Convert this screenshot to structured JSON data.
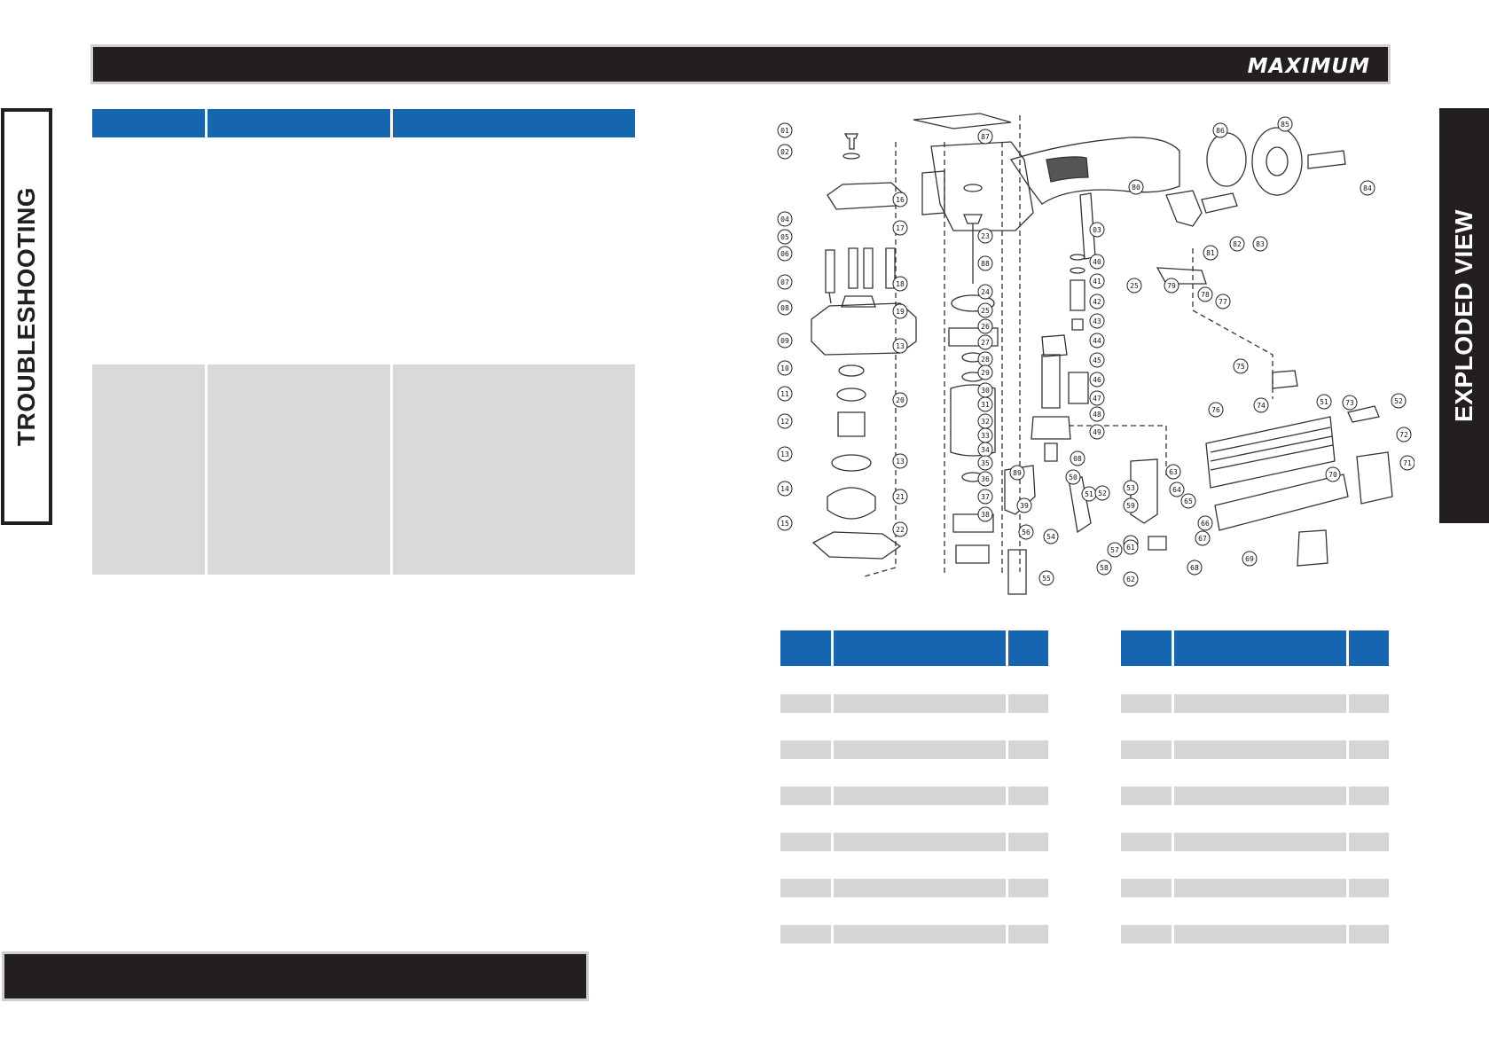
{
  "header": {
    "brand": "MAXIMUM"
  },
  "sidebar_left": {
    "title": "TROUBLESHOOTING"
  },
  "sidebar_right": {
    "title": "EXPLODED VIEW"
  },
  "callouts": [
    "01",
    "02",
    "04",
    "05",
    "06",
    "07",
    "08",
    "09",
    "10",
    "11",
    "12",
    "13",
    "14",
    "15",
    "16",
    "17",
    "18",
    "19",
    "13",
    "20",
    "13",
    "21",
    "22",
    "87",
    "23",
    "88",
    "24",
    "25",
    "26",
    "27",
    "28",
    "29",
    "30",
    "31",
    "32",
    "33",
    "34",
    "35",
    "36",
    "37",
    "38",
    "89",
    "39",
    "56",
    "54",
    "55",
    "03",
    "40",
    "41",
    "42",
    "43",
    "44",
    "45",
    "46",
    "47",
    "48",
    "49",
    "08",
    "50",
    "51",
    "52",
    "53",
    "59",
    "60",
    "61",
    "62",
    "57",
    "58",
    "86",
    "85",
    "84",
    "80",
    "81",
    "82",
    "83",
    "25",
    "79",
    "78",
    "77",
    "75",
    "74",
    "76",
    "51",
    "73",
    "52",
    "72",
    "70",
    "71",
    "63",
    "64",
    "65",
    "66",
    "67",
    "68",
    "69"
  ],
  "colors": {
    "accent_blue": "#1565b0",
    "dark_bar": "#231f20",
    "row_grey": "#d5d5d5"
  }
}
